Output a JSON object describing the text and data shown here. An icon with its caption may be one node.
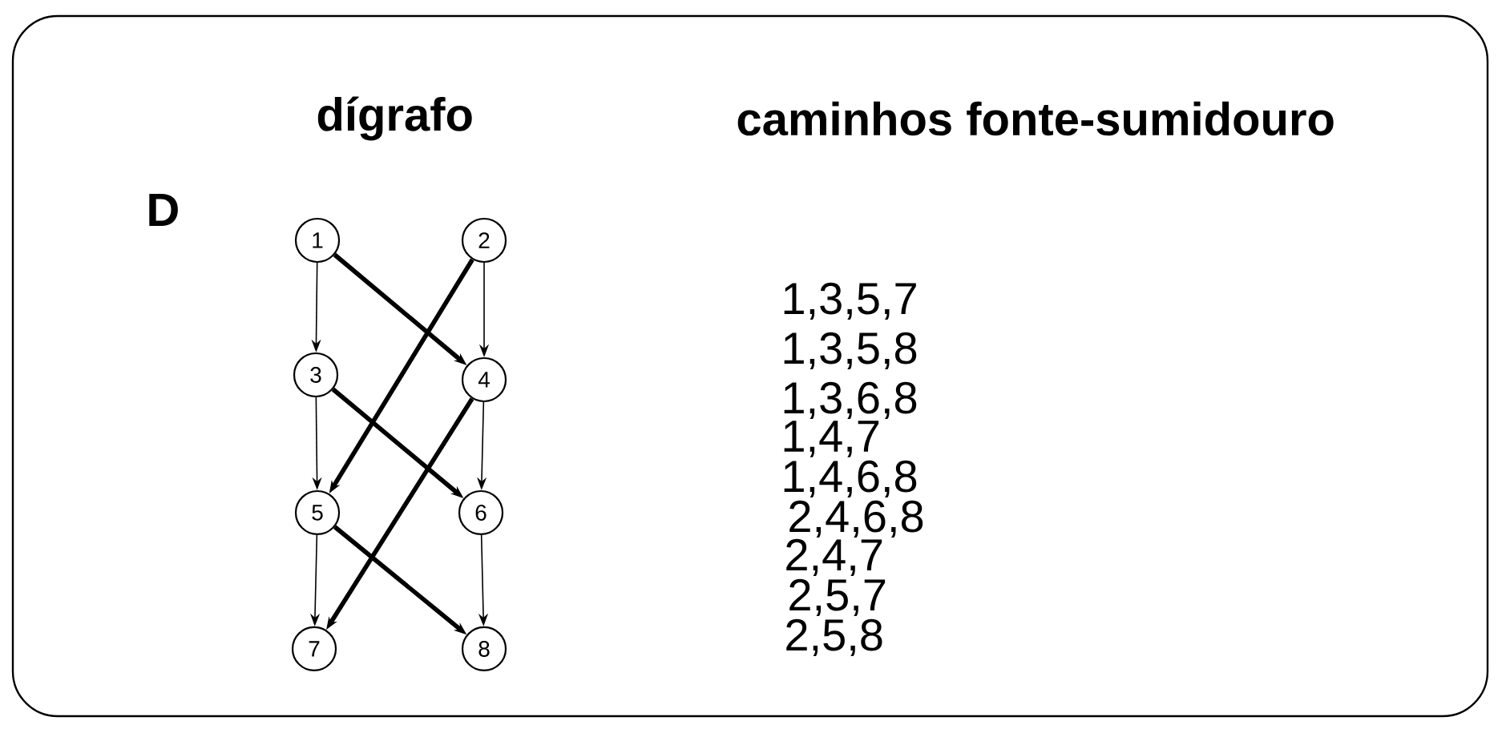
{
  "diagram": {
    "nodes": [
      {
        "text": [
          "1"
        ]
      },
      {
        "text": [
          "2"
        ]
      },
      {
        "text": [
          "3"
        ]
      },
      {
        "text": [
          "4"
        ]
      },
      {
        "text": [
          "5"
        ]
      },
      {
        "text": [
          "6"
        ]
      },
      {
        "text": [
          "7"
        ]
      },
      {
        "text": [
          "8"
        ]
      }
    ],
    "edges": [
      {
        "from": 0,
        "to": 2,
        "arrow": "to"
      },
      {
        "from": 0,
        "to": 3,
        "arrow": "to",
        "style": "thick"
      },
      {
        "from": 1,
        "to": 4,
        "arrow": "to",
        "style": "thick"
      },
      {
        "from": 1,
        "to": 3,
        "arrow": "to"
      },
      {
        "from": 2,
        "to": 4,
        "arrow": "to"
      },
      {
        "from": 2,
        "to": 5,
        "arrow": "to",
        "style": "thick"
      },
      {
        "from": 3,
        "to": 5,
        "arrow": "to"
      },
      {
        "from": 3,
        "to": 6,
        "arrow": "to",
        "style": "thick"
      },
      {
        "from": 4,
        "to": 6,
        "arrow": "to"
      },
      {
        "from": 4,
        "to": 7,
        "arrow": "to",
        "style": "thick"
      },
      {
        "from": 5,
        "to": 7,
        "arrow": "to"
      }
    ],
    "labels": [
      "dígrafo",
      "caminhos fonte-sumidouro",
      "D",
      "1,3,5,7",
      "1,3,5,8",
      "1,3,6,8",
      "1,4,7",
      "1,4,6,8",
      "2,4,6,8",
      "2,4,7",
      "2,5,7",
      "2,5,8"
    ]
  }
}
